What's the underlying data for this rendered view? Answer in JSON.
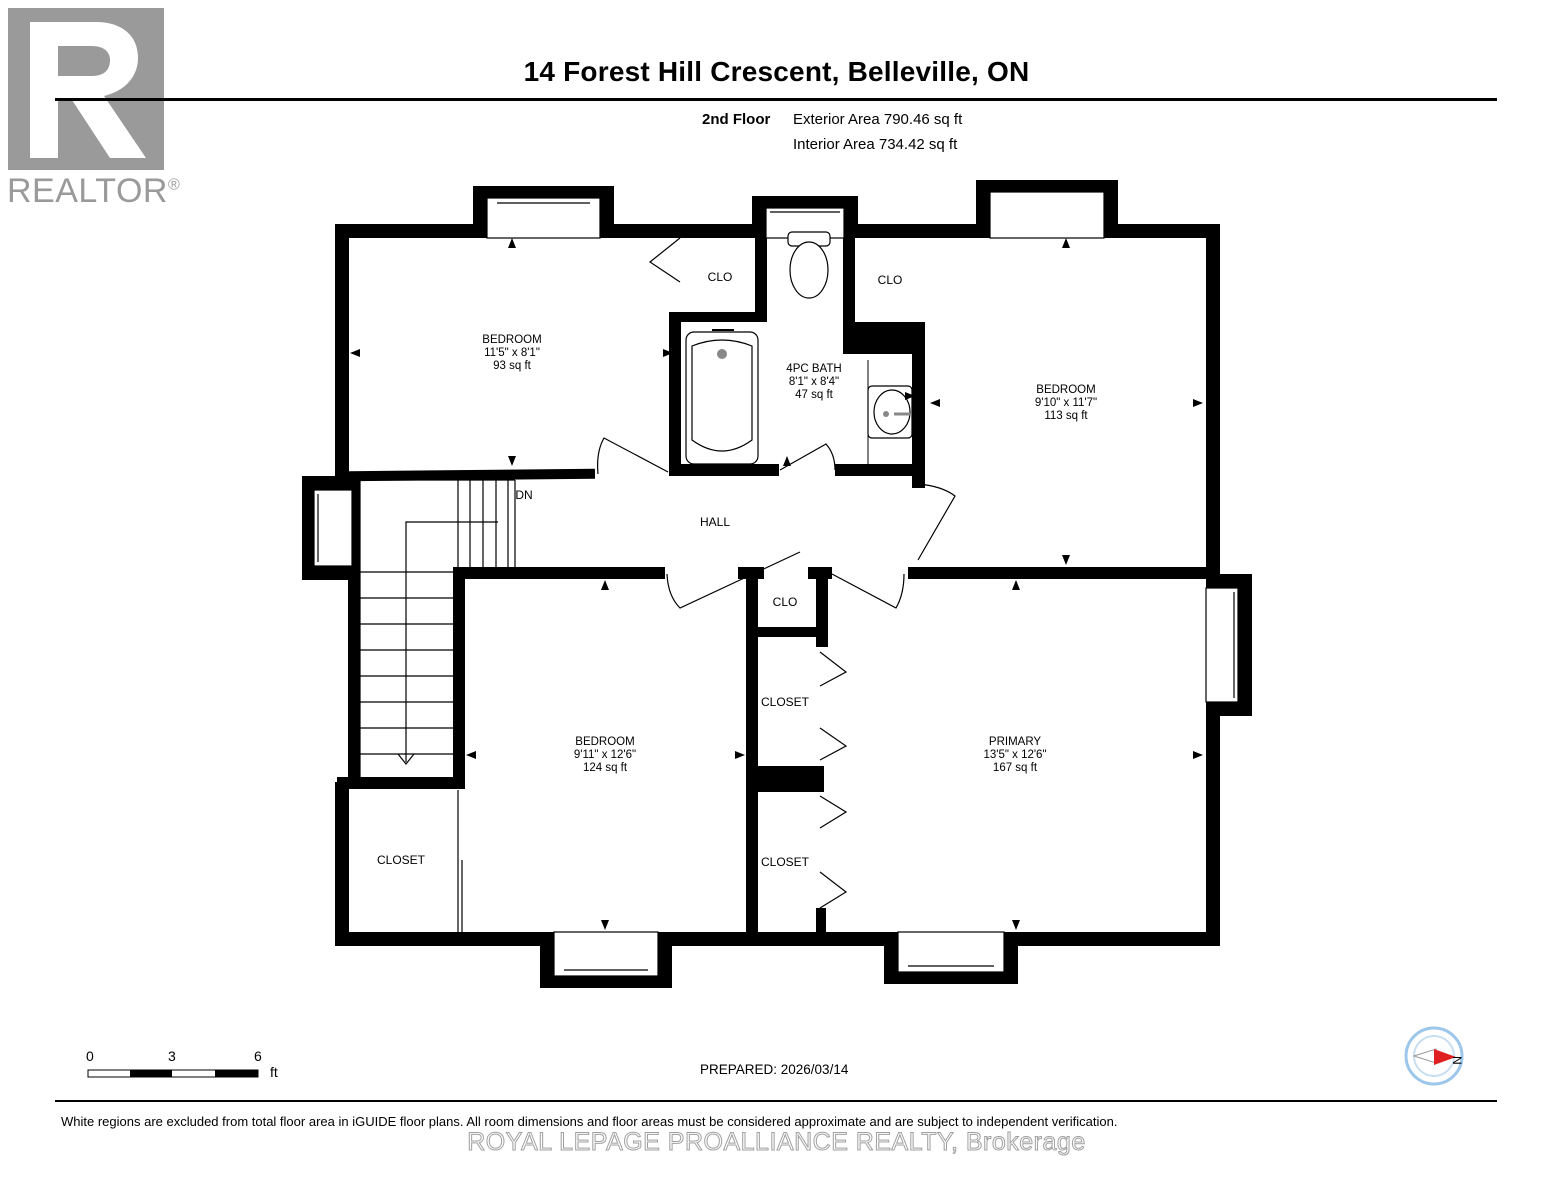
{
  "header": {
    "title": "14 Forest Hill Crescent, Belleville, ON",
    "floor_label": "2nd Floor",
    "exterior_area": "Exterior Area 790.46 sq ft",
    "interior_area": "Interior Area 734.42 sq ft"
  },
  "logo": {
    "text": "REALTOR",
    "registered_mark": "®"
  },
  "rooms": {
    "bedroom_nw": {
      "name": "BEDROOM",
      "dims": "11'5\" x 8'1\"",
      "area": "93 sq ft"
    },
    "bath": {
      "name": "4PC BATH",
      "dims": "8'1\" x 8'4\"",
      "area": "47 sq ft"
    },
    "bedroom_ne": {
      "name": "BEDROOM",
      "dims": "9'10\" x 11'7\"",
      "area": "113 sq ft"
    },
    "bedroom_sw": {
      "name": "BEDROOM",
      "dims": "9'11\" x 12'6\"",
      "area": "124 sq ft"
    },
    "primary": {
      "name": "PRIMARY",
      "dims": "13'5\" x 12'6\"",
      "area": "167 sq ft"
    }
  },
  "labels": {
    "clo_nw": "CLO",
    "clo_ne": "CLO",
    "clo_hall": "CLO",
    "hall": "HALL",
    "dn": "DN",
    "closet_mid_top": "CLOSET",
    "closet_mid_bottom": "CLOSET",
    "closet_sw": "CLOSET"
  },
  "scale_bar": {
    "ticks": [
      "0",
      "3",
      "6"
    ],
    "unit": "ft"
  },
  "compass": {
    "direction_label": "N"
  },
  "footer": {
    "prepared": "PREPARED: 2026/03/14",
    "disclaimer": "White regions are excluded from total floor area in iGUIDE floor plans. All room dimensions and floor areas must be considered approximate and are subject to independent verification.",
    "brokerage": "ROYAL LEPAGE PROALLIANCE REALTY, Brokerage"
  },
  "colors": {
    "wall": "#000000",
    "logo_gray": "#9a9a9a",
    "compass_red": "#e02020",
    "compass_ring": "#9cc7ea"
  }
}
